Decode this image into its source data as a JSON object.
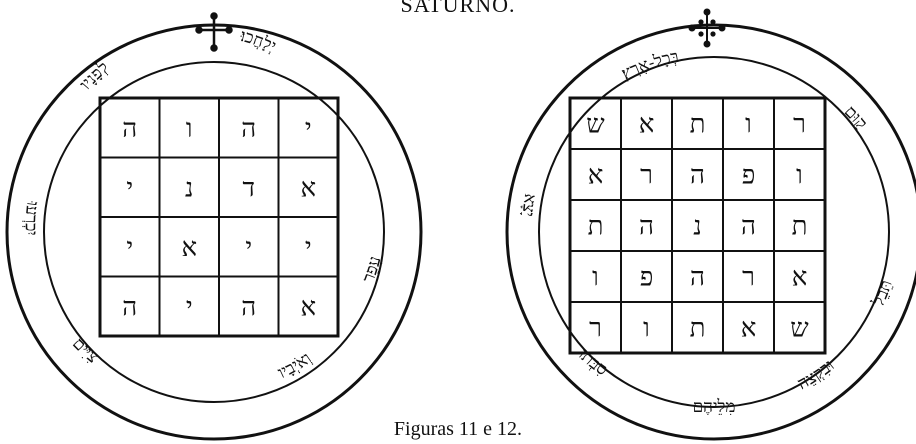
{
  "header": {
    "title": "SATURNO."
  },
  "caption": "Figuras 11 e 12.",
  "pentacle_left": {
    "rim_text": [
      "יְלָחֲכוּ׃",
      "לְפָנָיו",
      "יִכְרְעוּ",
      "צִיִּים",
      "וְאֹיְבָיו",
      "עָפָר"
    ],
    "grid": [
      [
        "ה",
        "ו",
        "ה",
        "י"
      ],
      [
        "י",
        "נ",
        "ד",
        "א"
      ],
      [
        "י",
        "א",
        "י",
        "י"
      ],
      [
        "ה",
        "י",
        "ה",
        "א"
      ]
    ]
  },
  "pentacle_right": {
    "rim_text": [
      "בְּכָל-אֶרֶץ׃",
      "קַוָּם",
      "יָצָא",
      "סִבְּתוּ",
      "וּבִקְצֵה",
      "תֵּבֵל",
      "מִלֵּיהֶם"
    ],
    "grid": [
      [
        "ש",
        "א",
        "ת",
        "ו",
        "ר"
      ],
      [
        "א",
        "ר",
        "ה",
        "פ",
        "ו"
      ],
      [
        "ת",
        "ה",
        "נ",
        "ה",
        "ת"
      ],
      [
        "ו",
        "פ",
        "ה",
        "ר",
        "א"
      ],
      [
        "ר",
        "ו",
        "ת",
        "א",
        "ש"
      ]
    ]
  }
}
